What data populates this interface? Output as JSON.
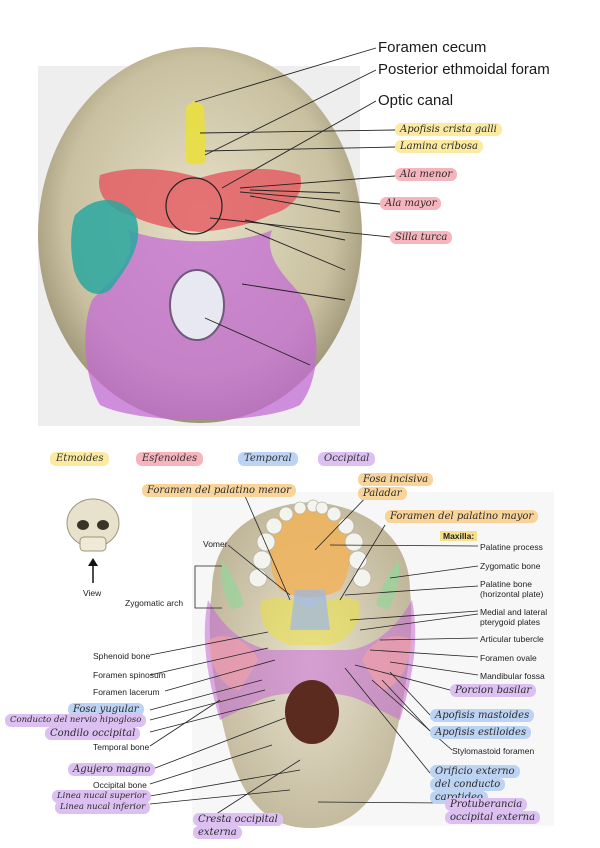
{
  "top_labels": {
    "foramen_cecum": "Foramen cecum",
    "posterior_ethmoidal": "Posterior ethmoidal foram",
    "optic_canal": "Optic canal",
    "apofisis_crista_galli": "Apofisis crista galli",
    "lamina_cribosa": "Lamina cribosa",
    "ala_menor": "Ala menor",
    "ala_mayor": "Ala mayor",
    "silla_turca": "Silla turca"
  },
  "legend": {
    "etmoides": "Etmoides",
    "esfenoides": "Esfenoides",
    "temporal": "Temporal",
    "occipital": "Occipital"
  },
  "bottom_labels": {
    "foramen_palatino_menor": "Foramen del palatino menor",
    "fosa_incisiva": "Fosa incisiva",
    "paladar": "Paladar",
    "foramen_palatino_mayor": "Foramen del palatino mayor",
    "maxilla": "Maxilla:",
    "palatine_process": "Palatine process",
    "zygomatic_bone": "Zygomatic bone",
    "palatine_bone_1": "Palatine bone",
    "palatine_bone_2": "(horizontal plate)",
    "medial_lateral_1": "Medial and lateral",
    "medial_lateral_2": "pterygoid plates",
    "articular_tubercle": "Articular tubercle",
    "foramen_ovale": "Foramen ovale",
    "mandibular_fossa": "Mandibular fossa",
    "porcion_basilar": "Porcion basilar",
    "apofisis_mastoides": "Apofisis mastoides",
    "apofisis_estiloides": "Apofisis estiloides",
    "stylomastoid": "Stylomastoid foramen",
    "orificio_1": "Orificio externo",
    "orificio_2": "del conducto",
    "orificio_3": "carotideo",
    "protuberancia_1": "Protuberancia",
    "protuberancia_2": "occipital externa",
    "vomer": "Vomer",
    "view": "View",
    "zygomatic_arch": "Zygomatic arch",
    "sphenoid_bone": "Sphenoid bone",
    "foramen_spinosum": "Foramen spinosum",
    "foramen_lacerum": "Foramen lacerum",
    "fosa_yugular": "Fosa yugular",
    "conducto_hipogloso": "Conducto del nervio hipogloso",
    "condilo_occipital": "Condilo occipital",
    "temporal_bone": "Temporal bone",
    "agujero_magno": "Agujero magno",
    "occipital_bone": "Occipital bone",
    "linea_nucal_superior": "Linea nucal superior",
    "linea_nucal_inferior": "Linea nucal inferior",
    "cresta_1": "Cresta occipital",
    "cresta_2": "externa"
  },
  "colors": {
    "etmoides": "#e9df3f",
    "esfenoides": "#e5585f",
    "temporal": "#2aa7a0",
    "occipital": "#c46ad6",
    "palatine_orange": "#f0b35a",
    "bone": "#d9d2b8"
  }
}
